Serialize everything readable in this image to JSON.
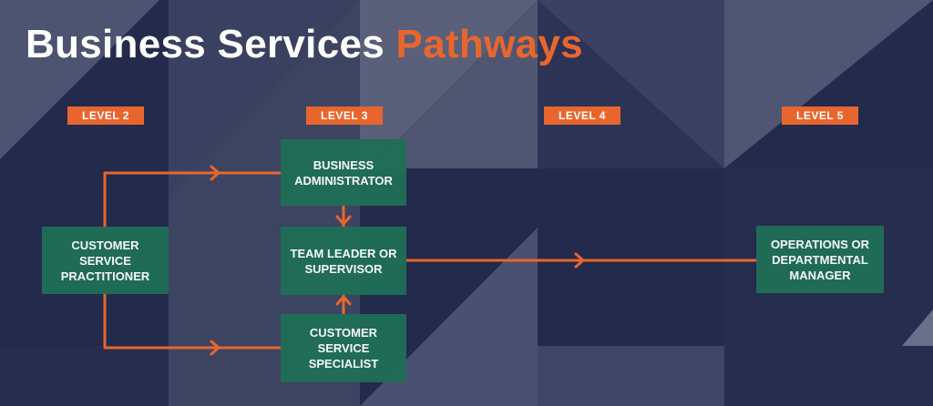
{
  "title": {
    "main": "Business Services",
    "accent": "Pathways"
  },
  "levels": [
    "LEVEL 2",
    "LEVEL 3",
    "LEVEL 4",
    "LEVEL 5"
  ],
  "nodes": {
    "customer_service_practitioner": "CUSTOMER\nSERVICE\nPRACTITIONER",
    "business_administrator": "BUSINESS\nADMINISTRATOR",
    "team_leader_or_supervisor": "TEAM LEADER OR\nSUPERVISOR",
    "customer_service_specialist": "CUSTOMER\nSERVICE\nSPECIALIST",
    "operations_or_departmental_manager": "OPERATIONS OR\nDEPARTMENTAL\nMANAGER"
  },
  "colors": {
    "background": "#232a4b",
    "accent": "#e8662e",
    "node_fill": "#1f6e57",
    "triangle_light": "#5a6079",
    "triangle_mid": "#3d4462"
  }
}
